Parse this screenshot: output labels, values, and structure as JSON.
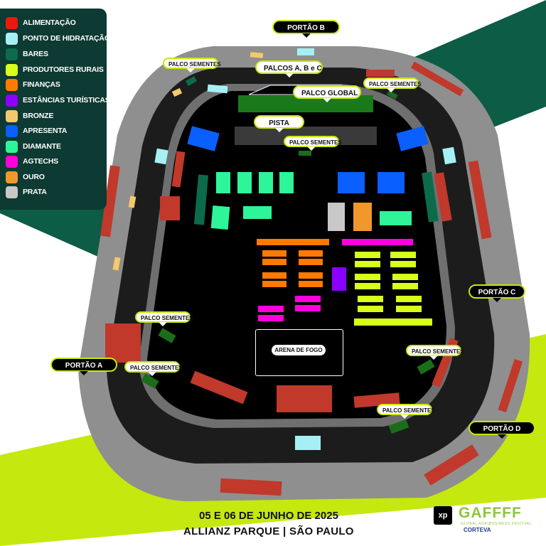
{
  "legend": [
    {
      "label": "ALIMENTAÇÃO",
      "color": "#e8190f"
    },
    {
      "label": "PONTO DE HIDRATAÇÃO",
      "color": "#a6f0f5"
    },
    {
      "label": "BARES",
      "color": "#0c6b4b"
    },
    {
      "label": "PRODUTORES RURAIS",
      "color": "#d8ff1a"
    },
    {
      "label": "FINANÇAS",
      "color": "#ff7a00"
    },
    {
      "label": "ESTÂNCIAS TURÍSTICAS",
      "color": "#8a00ff"
    },
    {
      "label": "BRONZE",
      "color": "#f5c96b"
    },
    {
      "label": "APRESENTA",
      "color": "#0a5fff"
    },
    {
      "label": "DIAMANTE",
      "color": "#2ef59a"
    },
    {
      "label": "AGTECHS",
      "color": "#ff00dd"
    },
    {
      "label": "OURO",
      "color": "#f0982a"
    },
    {
      "label": "PRATA",
      "color": "#c8c8c8"
    }
  ],
  "gates": {
    "a": "PORTÃO A",
    "b": "PORTÃO B",
    "c": "PORTÃO C",
    "d": "PORTÃO D"
  },
  "stages": {
    "palcos_abc": "PALCOS A, B e C",
    "palco_global": "PALCO GLOBAL",
    "pista": "PISTA",
    "arena_fogo": "ARENA DE FOGO",
    "palco_sementes": "PALCO SEMENTES"
  },
  "footer": {
    "date": "05 E 06 DE JUNHO DE  2025",
    "place": "ALLIANZ PARQUE | SÃO PAULO",
    "sponsor_xp": "xp",
    "brand": "GAFFFF",
    "brand_sub": "GLOBAL AGRIBUSINESS FESTIVAL",
    "sponsor_corteva": "CORTEVA"
  }
}
